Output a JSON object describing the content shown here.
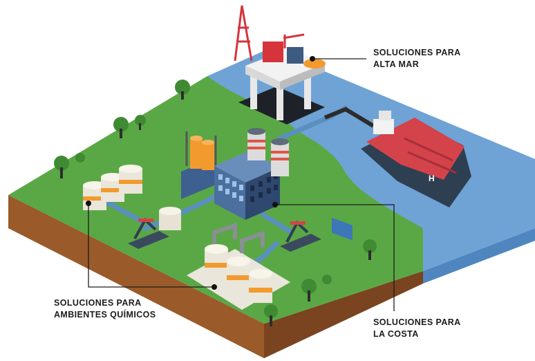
{
  "callouts": {
    "offshore": {
      "line1": "SOLUCIONES PARA",
      "line2": "ALTA MAR"
    },
    "chemical": {
      "line1": "SOLUCIONES PARA",
      "line2": "AMBIENTES QUÍMICOS"
    },
    "coast": {
      "line1": "SOLUCIONES PARA",
      "line2": "LA COSTA"
    }
  },
  "colors": {
    "grass": "#5aa845",
    "soil": "#9a5a2a",
    "water": "#6fa3d6",
    "water_side": "#4f86bf",
    "tank_band": "#f29a2e",
    "pipe": "#5b8fbf",
    "building": "#4b6f9e",
    "ship_deck": "#d4424a",
    "ship_hull": "#2f3f52",
    "leader_line": "#1c1c1c"
  },
  "ship_marking": "H"
}
